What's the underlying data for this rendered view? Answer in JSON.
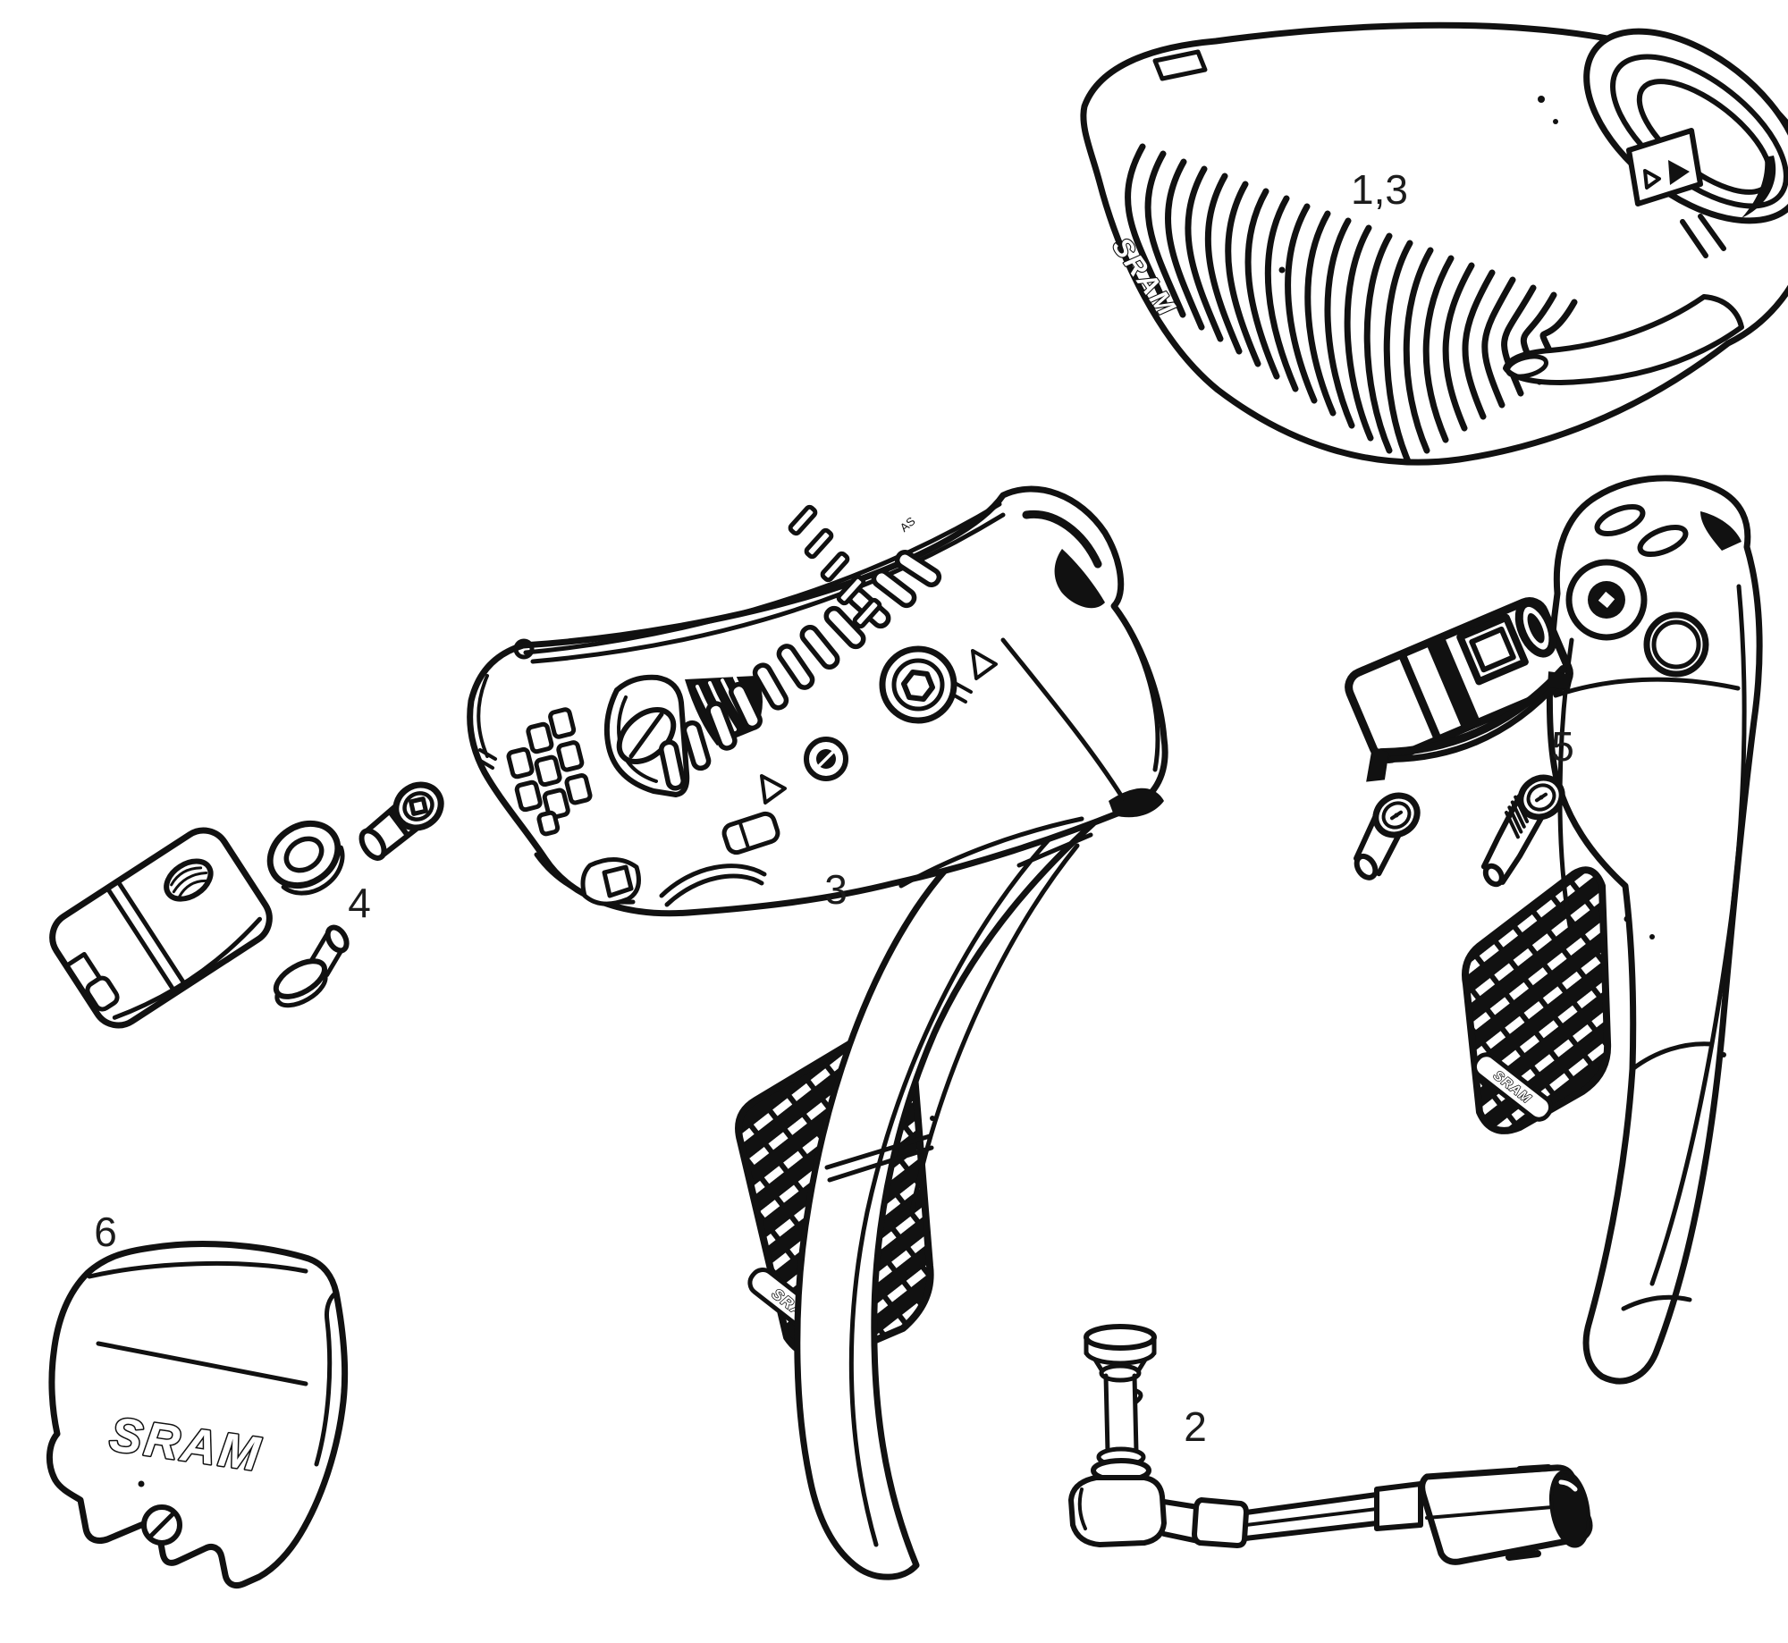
{
  "canvas": {
    "background": "#ffffff",
    "line_color": "#111111"
  },
  "brand": "SRAM",
  "parts": {
    "hood_cover": {
      "label": "1,3"
    },
    "hose": {
      "label": "2"
    },
    "shifter_body": {
      "label": "3",
      "marking": "AS"
    },
    "clamp_hardware": {
      "label": "4"
    },
    "brake_lever": {
      "label": "5"
    },
    "blanking_plate": {
      "label": "6"
    }
  }
}
